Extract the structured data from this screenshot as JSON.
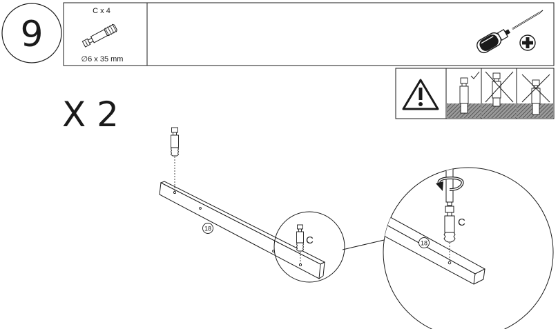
{
  "step": {
    "number": "9"
  },
  "parts_box": {
    "quantity_label": "C x 4",
    "size_label": "∅6 x 35 mm"
  },
  "multiplier": {
    "label": "X 2"
  },
  "board": {
    "part_number": "18"
  },
  "callout": {
    "letter": "C"
  },
  "zoom": {
    "letter": "C",
    "part_number": "18"
  },
  "icons": [
    "screwdriver-icon",
    "phillips-head-icon",
    "warning-triangle-icon",
    "correct-depth-icon",
    "too-shallow-icon",
    "too-deep-icon",
    "rotate-arrow-icon"
  ]
}
